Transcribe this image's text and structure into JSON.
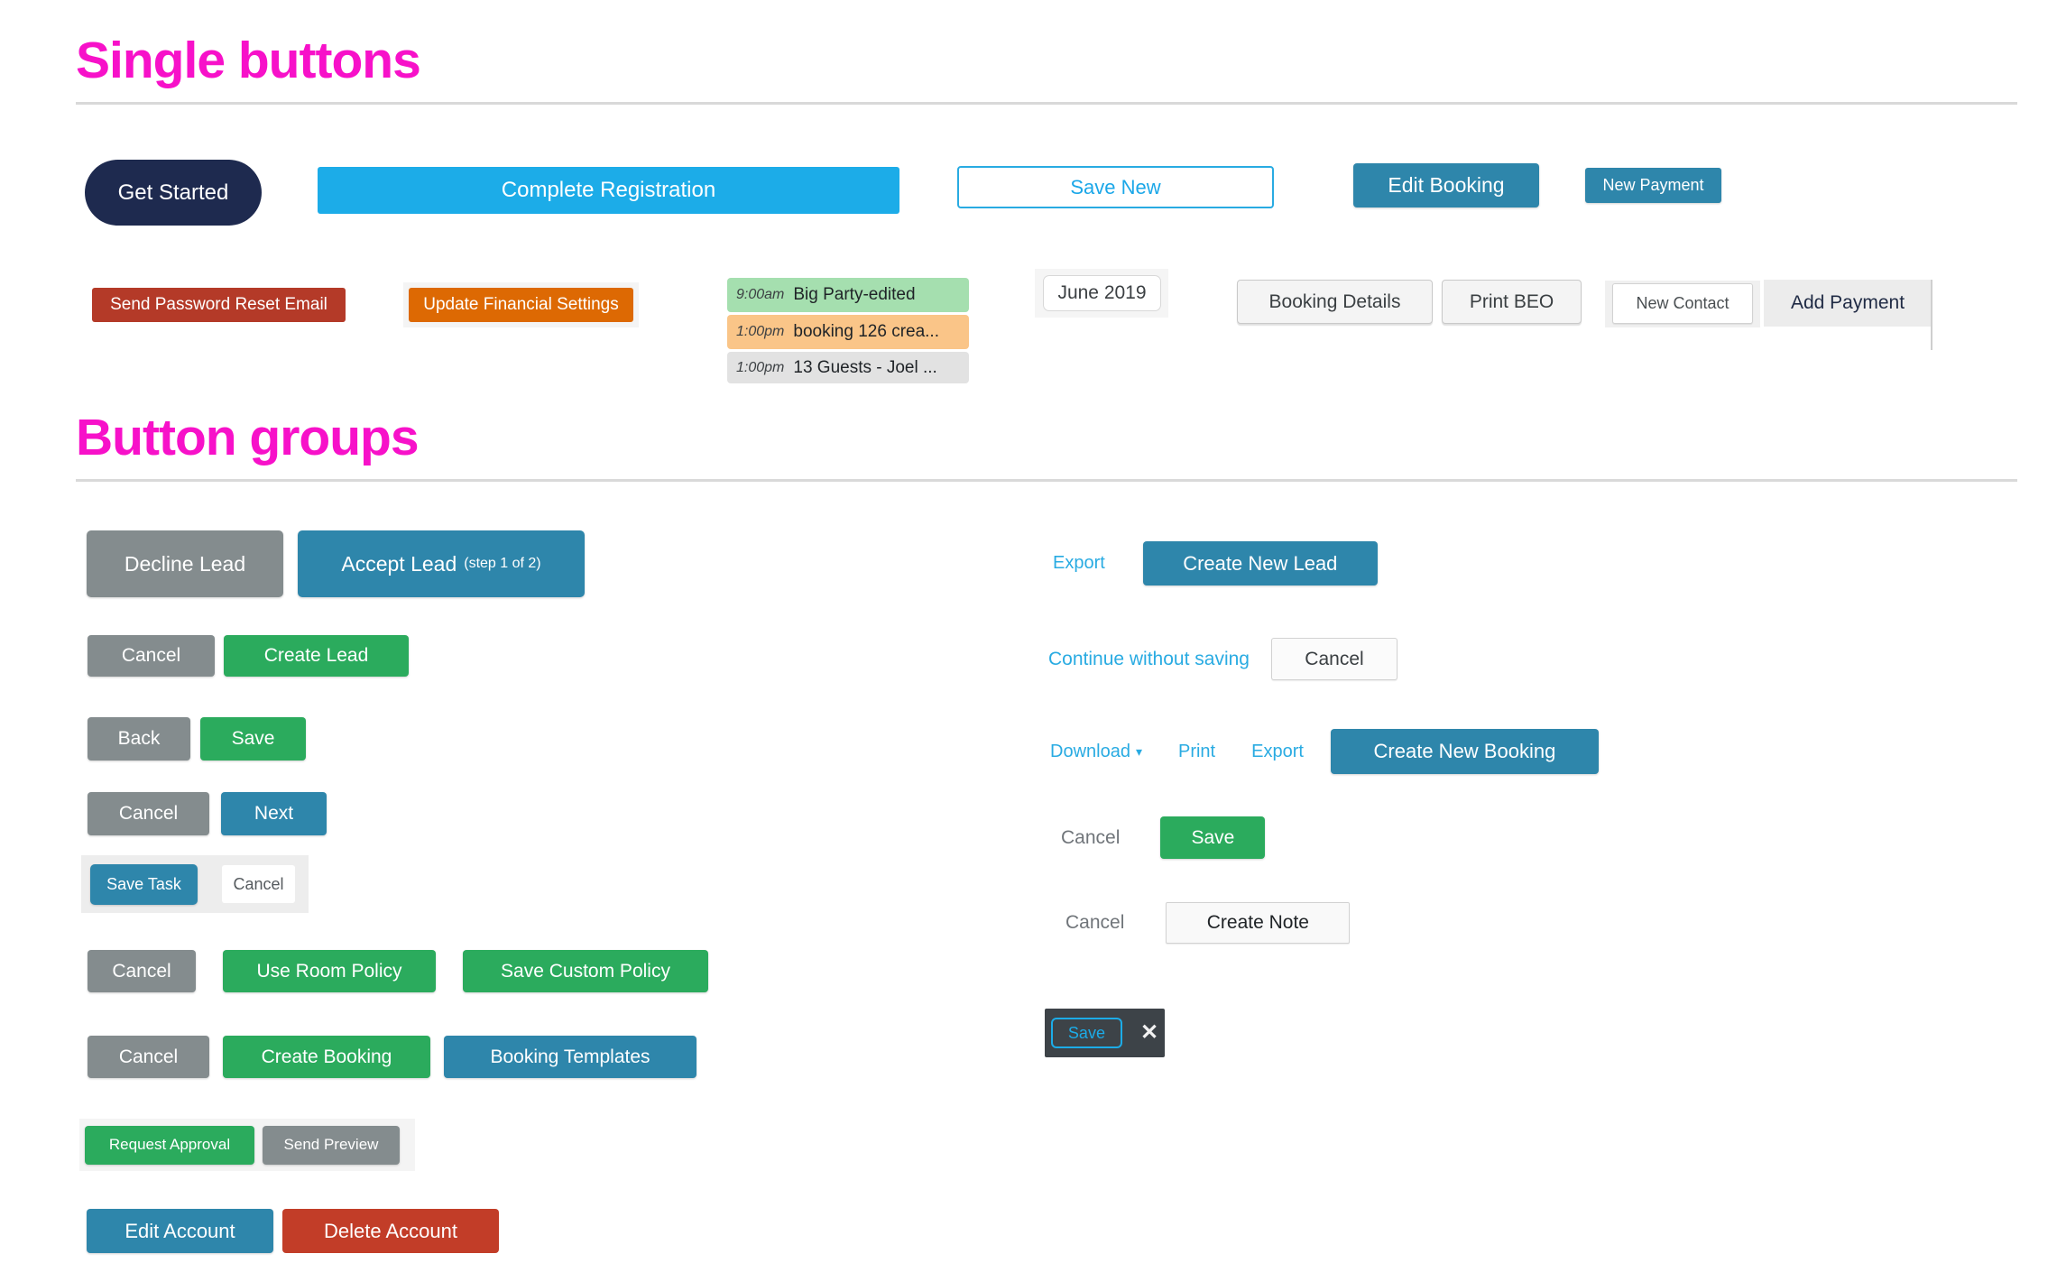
{
  "sections": {
    "single": {
      "title": "Single buttons"
    },
    "groups": {
      "title": "Button groups"
    }
  },
  "colors": {
    "heading_magenta": "#f711c9",
    "navy": "#1e2a4f",
    "bright_sky": "#1cace8",
    "link_blue": "#29abe2",
    "teal": "#2e86ab",
    "green": "#2bab5d",
    "gray": "#848c8e",
    "brick_red": "#b43a28",
    "delete_red": "#c23d28",
    "orange": "#dd6903",
    "event_green": "#a5dfaf",
    "event_orange": "#fac588",
    "event_gray": "#e2e2e2",
    "dark_panel": "#3d4348"
  },
  "icons": {
    "caret_down": "▾",
    "close": "✕"
  },
  "single_buttons": {
    "get_started": "Get Started",
    "complete_registration": "Complete Registration",
    "save_new": "Save New",
    "edit_booking": "Edit Booking",
    "new_payment": "New Payment",
    "send_password_reset": "Send Password Reset Email",
    "update_financial": "Update Financial Settings",
    "calendar_events": [
      {
        "time": "9:00am",
        "title": "Big Party-edited"
      },
      {
        "time": "1:00pm",
        "title": "booking 126 crea..."
      },
      {
        "time": "1:00pm",
        "title": "13 Guests - Joel ..."
      }
    ],
    "month_button": "June 2019",
    "booking_details": "Booking Details",
    "print_beo": "Print BEO",
    "new_contact": "New Contact",
    "add_payment": "Add Payment"
  },
  "left_groups": {
    "g1": {
      "decline": "Decline Lead",
      "accept": "Accept Lead",
      "accept_sub": "(step 1 of 2)"
    },
    "g2": {
      "cancel": "Cancel",
      "create_lead": "Create Lead"
    },
    "g3": {
      "back": "Back",
      "save": "Save"
    },
    "g4": {
      "cancel": "Cancel",
      "next": "Next"
    },
    "g5": {
      "save_task": "Save Task",
      "cancel": "Cancel"
    },
    "g6": {
      "cancel": "Cancel",
      "use_room_policy": "Use Room Policy",
      "save_custom_policy": "Save Custom Policy"
    },
    "g7": {
      "cancel": "Cancel",
      "create_booking": "Create Booking",
      "booking_templates": "Booking Templates"
    },
    "g8": {
      "request_approval": "Request Approval",
      "send_preview": "Send Preview"
    },
    "g9": {
      "edit_account": "Edit Account",
      "delete_account": "Delete Account"
    }
  },
  "right_groups": {
    "r1": {
      "export": "Export",
      "create_new_lead": "Create New Lead"
    },
    "r2": {
      "continue_without_saving": "Continue without saving",
      "cancel": "Cancel"
    },
    "r3": {
      "download": "Download",
      "print": "Print",
      "export": "Export",
      "create_new_booking": "Create New Booking"
    },
    "r4": {
      "cancel": "Cancel",
      "save": "Save"
    },
    "r5": {
      "cancel": "Cancel",
      "create_note": "Create Note"
    },
    "r6": {
      "save": "Save"
    }
  }
}
